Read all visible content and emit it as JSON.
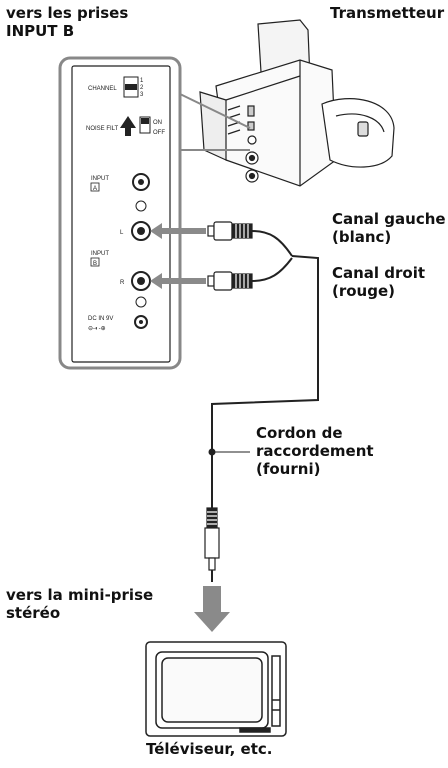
{
  "labels": {
    "input_b": [
      "vers les prises",
      "INPUT B"
    ],
    "transmitter": "Transmetteur",
    "left_channel": [
      "Canal gauche",
      "(blanc)"
    ],
    "right_channel": [
      "Canal droit",
      "(rouge)"
    ],
    "cord": [
      "Cordon de",
      "raccordement",
      "(fourni)"
    ],
    "mini_jack": [
      "vers la mini-prise",
      "stéréo"
    ],
    "tv": "Téléviseur, etc."
  },
  "panel": {
    "channel": "CHANNEL",
    "channel_opts": [
      "1",
      "2",
      "3"
    ],
    "noise_filter": "NOISE FILT",
    "on": "ON",
    "off": "OFF",
    "input": "INPUT",
    "input_a_badge": "A",
    "input_b_badge": "B",
    "l": "L",
    "r": "R",
    "dc_in": "DC IN 9V",
    "dc_symbol": "⊖-◐-⊕"
  }
}
